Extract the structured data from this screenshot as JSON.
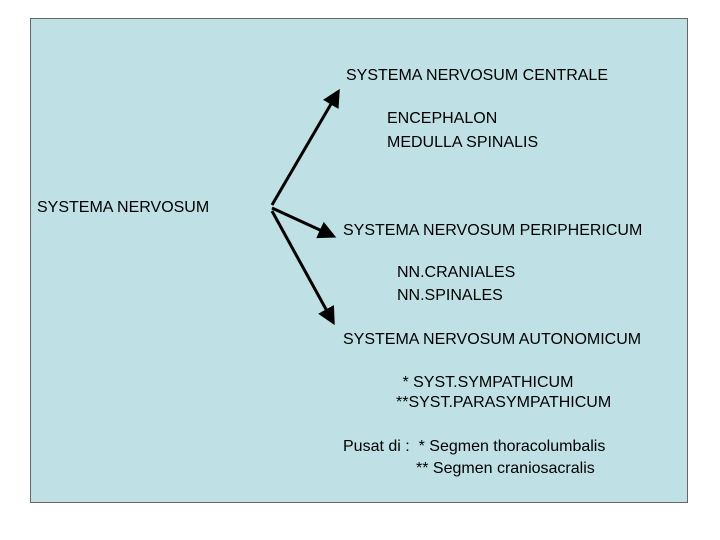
{
  "root": "SYSTEMA NERVOSUM",
  "central": {
    "title": "SYSTEMA NERVOSUM CENTRALE",
    "items": [
      "ENCEPHALON",
      "MEDULLA SPINALIS"
    ]
  },
  "peripheral": {
    "title": "SYSTEMA NERVOSUM PERIPHERICUM",
    "items": [
      "NN.CRANIALES",
      "NN.SPINALES"
    ]
  },
  "autonomic": {
    "title": "SYSTEMA NERVOSUM AUTONOMICUM",
    "items": [
      " * SYST.SYMPATHICUM",
      "**SYST.PARASYMPATHICUM"
    ]
  },
  "center": {
    "line1": "Pusat di :  * Segmen thoracolumbalis",
    "line2": "** Segmen craniosacralis"
  },
  "colors": {
    "background": "#bfe0e4",
    "text": "#000000",
    "arrow": "#000000"
  }
}
